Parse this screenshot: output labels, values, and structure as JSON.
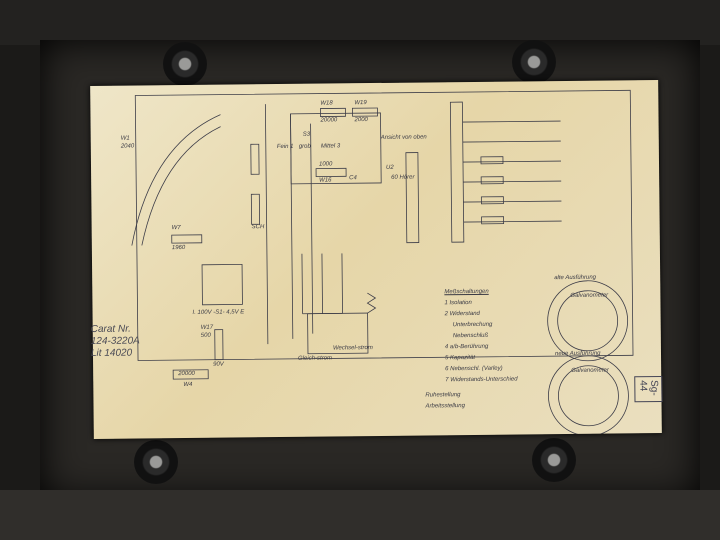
{
  "paper": {
    "handwritten": [
      "Carat Nr.",
      "124-3220A",
      "Lit 14020"
    ],
    "top_labels": {
      "w18": "W18",
      "w18_val": "20000",
      "w19": "W19",
      "w19_val": "2000",
      "s3": "S3",
      "fein": "Fein 1",
      "grob": "grob",
      "mittel": "Mittel 3",
      "w16": "W16",
      "w16_val": "1000",
      "c4": "C4",
      "u2": "U2",
      "ansicht": "Ansicht von oben",
      "hoerer": "60 Hörer"
    },
    "left_labels": {
      "w1": "W1",
      "w1_val": "2040",
      "w17": "W17",
      "w17_val": "500",
      "v90": "90V",
      "w4": "W4",
      "w4_val": "20000",
      "w7": "W7",
      "w7_val": "1960",
      "sch": "SCH",
      "s100": "I. 100V  -S1-  4,5V  E",
      "gleich": "Gleich-strom",
      "wechsel": "Wechsel-strom"
    },
    "legend": {
      "title": "Meßschaltungen",
      "items": [
        "1  Isolation",
        "2  Widerstand",
        "Unterbrechung",
        "Nebenschluß",
        "4  a/b-Berührung",
        "5  Kapazität",
        "6  Nebenschl. (Varley)",
        "7  Widerstands-Unterschied"
      ],
      "ruhe": "Ruhestellung",
      "arbeit": "Arbeitsstellung"
    },
    "connectors": {
      "alt": "alte Ausführung",
      "neu": "neue Ausführung",
      "label": "Galvanometer"
    },
    "stamp": "Sg-44"
  }
}
